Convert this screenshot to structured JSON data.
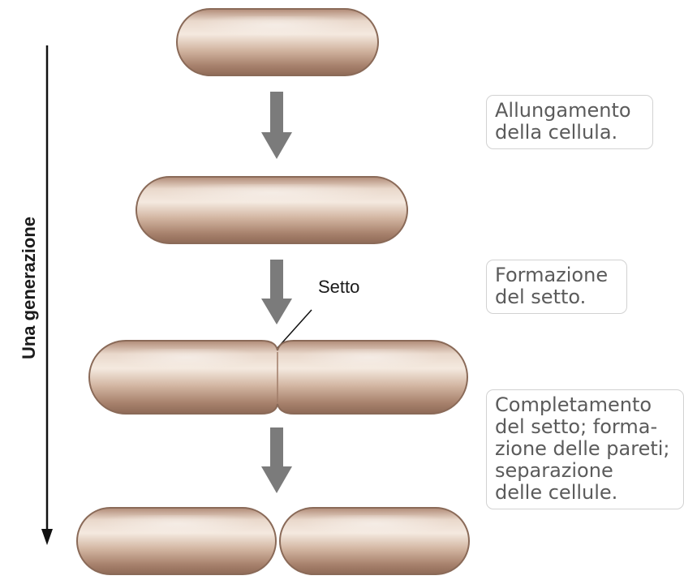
{
  "generation_label": "Una generazione",
  "septum_label": "Setto",
  "steps": [
    {
      "lines": [
        "Allungamento",
        "della cellula."
      ]
    },
    {
      "lines": [
        "Formazione",
        "del setto."
      ]
    },
    {
      "lines": [
        "Completamento",
        "del setto; forma-",
        "zione delle pareti;",
        "separazione",
        "delle cellule."
      ]
    }
  ],
  "colors": {
    "cell_fill": "#c9ab95",
    "cell_outline": "#8a6a58",
    "arrow": "#7b7b7b",
    "box_border": "#d2d2d2",
    "box_text": "#5b5b5b"
  }
}
